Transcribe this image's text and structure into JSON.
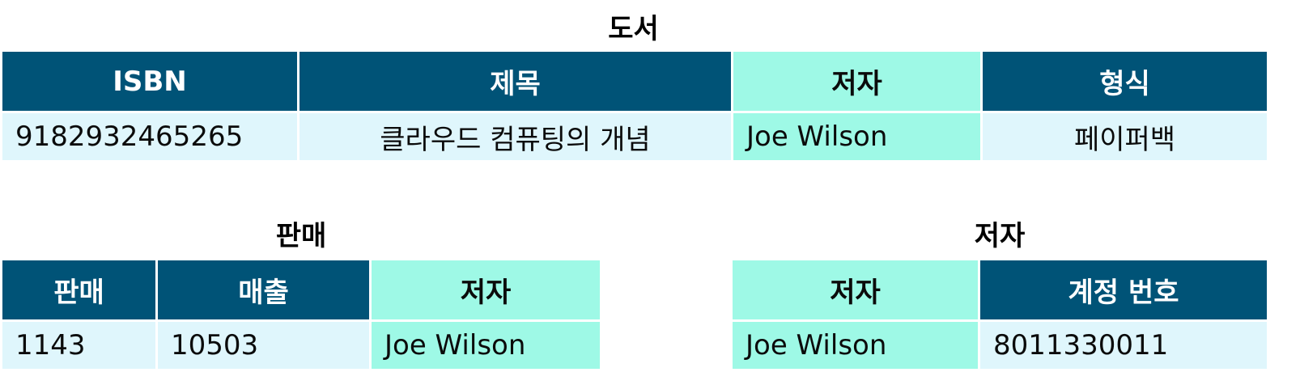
{
  "colors": {
    "header_dark": "#005377",
    "header_highlight": "#9ef9e6",
    "row_light": "#dff6fc",
    "row_highlight": "#9ef9e6"
  },
  "books": {
    "title": "도서",
    "headers": [
      "ISBN",
      "제목",
      "저자",
      "형식"
    ],
    "row": [
      "9182932465265",
      "클라우드 컴퓨팅의 개념",
      "Joe Wilson",
      "페이퍼백"
    ]
  },
  "sales": {
    "title": "판매",
    "headers": [
      "판매",
      "매출",
      "저자"
    ],
    "row": [
      "1143",
      "10503",
      "Joe Wilson"
    ]
  },
  "authors": {
    "title": "저자",
    "headers": [
      "저자",
      "계정 번호"
    ],
    "row": [
      "Joe Wilson",
      "8011330011"
    ]
  }
}
